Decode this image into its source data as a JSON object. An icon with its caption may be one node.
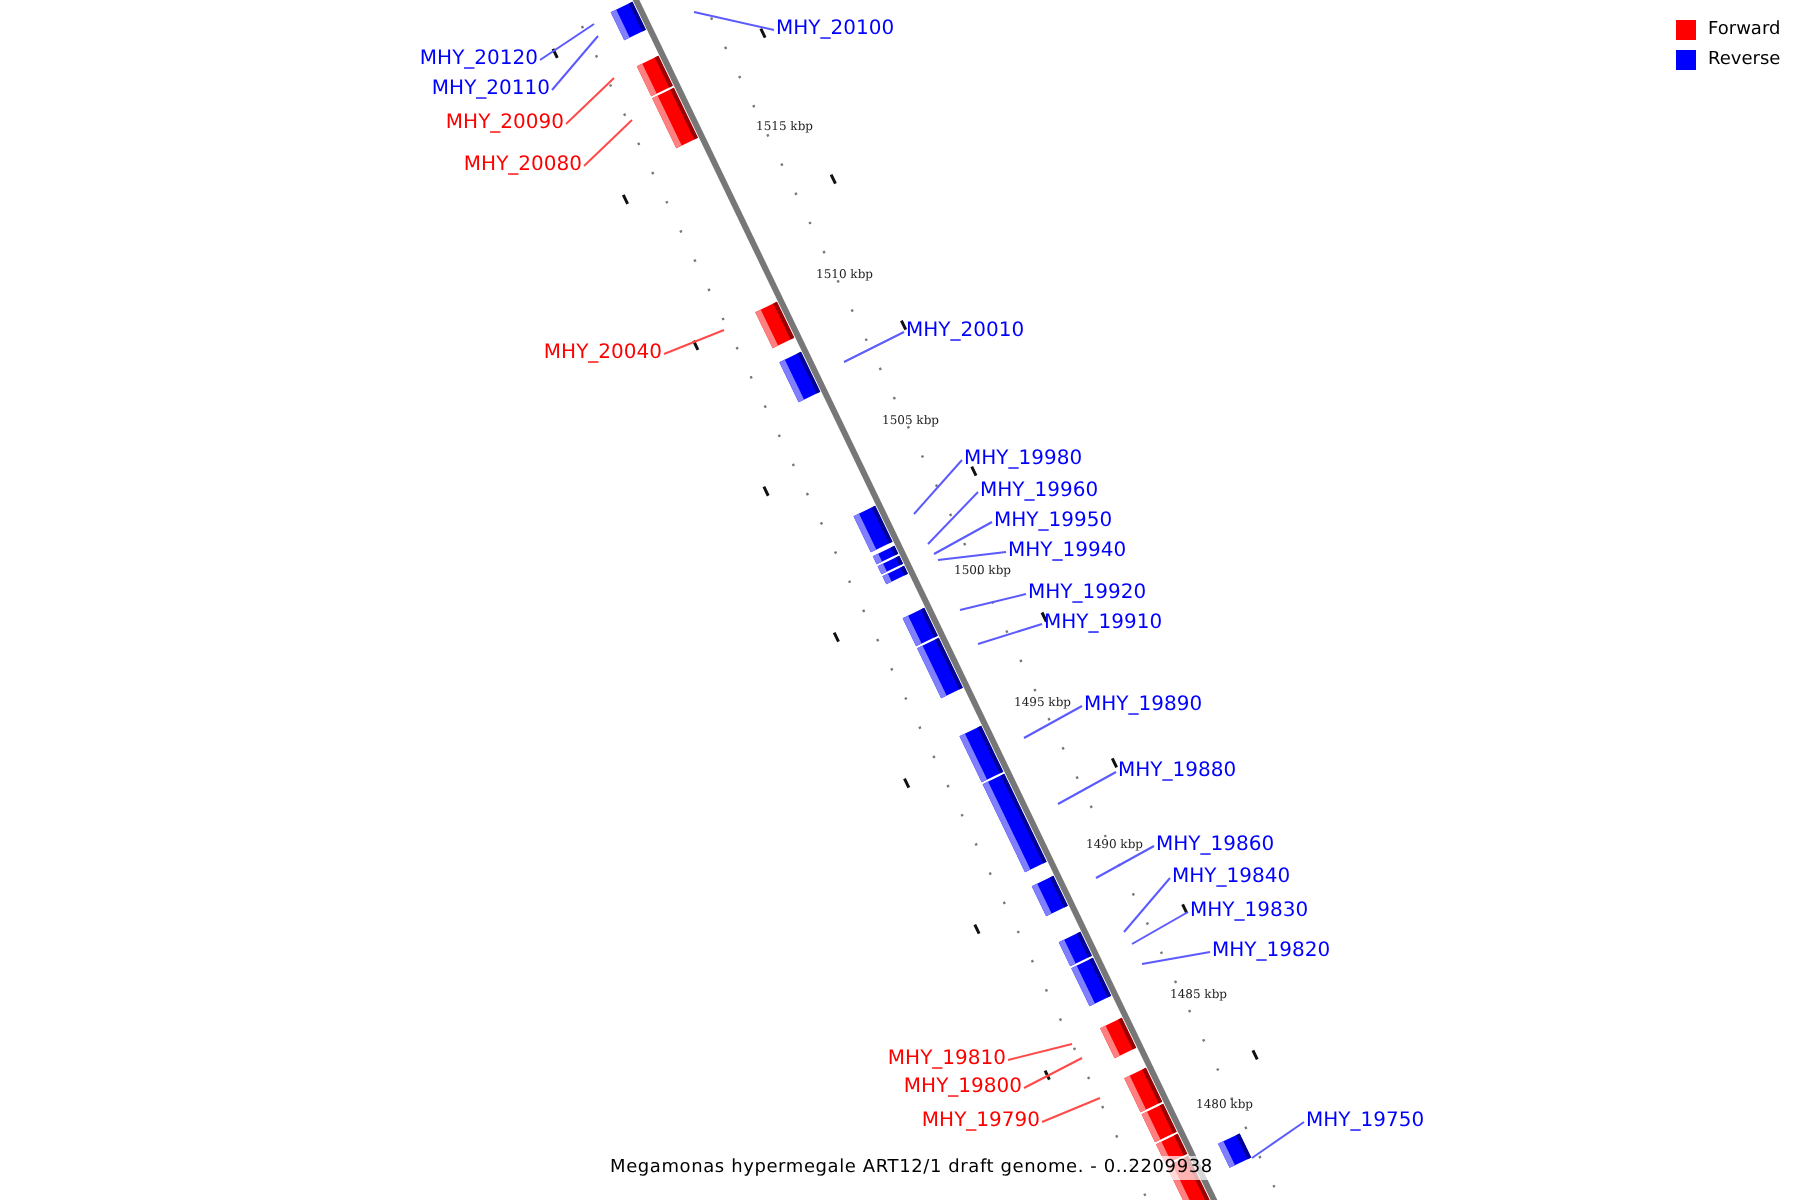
{
  "diagram": {
    "caption": "Megamonas hypermegale ART12/1 draft genome. - 0..2209938",
    "nodes": [
      {
        "text": [
          "MHY_20100"
        ]
      },
      {
        "text": [
          "MHY_20120"
        ]
      },
      {
        "text": [
          "MHY_20110"
        ]
      },
      {
        "text": [
          "MHY_20090"
        ]
      },
      {
        "text": [
          "MHY_20080"
        ]
      },
      {
        "text": [
          "MHY_20010"
        ]
      },
      {
        "text": [
          "MHY_20040"
        ]
      },
      {
        "text": [
          "MHY_19980"
        ]
      },
      {
        "text": [
          "MHY_19960"
        ]
      },
      {
        "text": [
          "MHY_19950"
        ]
      },
      {
        "text": [
          "MHY_19940"
        ]
      },
      {
        "text": [
          "MHY_19920"
        ]
      },
      {
        "text": [
          "MHY_19910"
        ]
      },
      {
        "text": [
          "MHY_19890"
        ]
      },
      {
        "text": [
          "MHY_19880"
        ]
      },
      {
        "text": [
          "MHY_19860"
        ]
      },
      {
        "text": [
          "MHY_19840"
        ]
      },
      {
        "text": [
          "MHY_19830"
        ]
      },
      {
        "text": [
          "MHY_19820"
        ]
      },
      {
        "text": [
          "MHY_19810"
        ]
      },
      {
        "text": [
          "MHY_19800"
        ]
      },
      {
        "text": [
          "MHY_19790"
        ]
      },
      {
        "text": [
          "MHY_19750"
        ]
      }
    ],
    "edges": [
      {
        "from": 0,
        "to": null,
        "arrow": "none"
      },
      {
        "from": 1,
        "to": null,
        "arrow": "none"
      },
      {
        "from": 2,
        "to": null,
        "arrow": "none"
      },
      {
        "from": 3,
        "to": null,
        "arrow": "none",
        "color": "#ff4a4a"
      },
      {
        "from": 4,
        "to": null,
        "arrow": "none",
        "color": "#ff4a4a"
      },
      {
        "from": 5,
        "to": null,
        "arrow": "none"
      },
      {
        "from": 6,
        "to": null,
        "arrow": "none",
        "color": "#ff4a4a"
      },
      {
        "from": 7,
        "to": null,
        "arrow": "none"
      },
      {
        "from": 8,
        "to": null,
        "arrow": "none"
      },
      {
        "from": 9,
        "to": null,
        "arrow": "none"
      },
      {
        "from": 10,
        "to": null,
        "arrow": "none"
      },
      {
        "from": 11,
        "to": null,
        "arrow": "none"
      },
      {
        "from": 12,
        "to": null,
        "arrow": "none"
      },
      {
        "from": 13,
        "to": null,
        "arrow": "none"
      },
      {
        "from": 14,
        "to": null,
        "arrow": "none"
      },
      {
        "from": 15,
        "to": null,
        "arrow": "none"
      },
      {
        "from": 16,
        "to": null,
        "arrow": "none"
      },
      {
        "from": 17,
        "to": null,
        "arrow": "none"
      },
      {
        "from": 18,
        "to": null,
        "arrow": "none"
      },
      {
        "from": 19,
        "to": null,
        "arrow": "none",
        "color": "#ff4a4a"
      },
      {
        "from": 20,
        "to": null,
        "arrow": "none",
        "color": "#ff4a4a"
      },
      {
        "from": 21,
        "to": null,
        "arrow": "none",
        "color": "#ff4a4a"
      },
      {
        "from": 22,
        "to": null,
        "arrow": "none"
      }
    ],
    "labels": [
      "1515 kbp",
      "1510 kbp",
      "1505 kbp",
      "1500 kbp",
      "1495 kbp",
      "1490 kbp",
      "1485 kbp",
      "1480 kbp"
    ],
    "legend": [
      {
        "text": "Forward",
        "color": "#ff0000"
      },
      {
        "text": "Reverse",
        "color": "#0000ff"
      }
    ]
  }
}
